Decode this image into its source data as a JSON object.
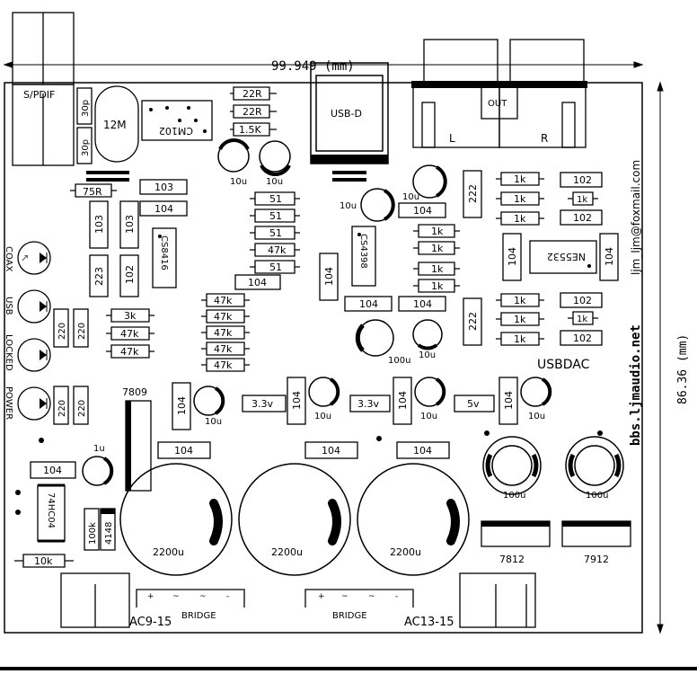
{
  "dimensions": {
    "width_label": "99.949 (mm)",
    "height_label": "86.36 (mm)"
  },
  "silkscreen": {
    "spdif": "S/PDIF",
    "usb_d": "USB-D",
    "out": "OUT",
    "left": "L",
    "right": "R",
    "usbdac": "USBDAC",
    "website": "bbs.ljmaudio.net",
    "email": "ljm_ljm@foxmail.com",
    "ac_left": "AC9-15",
    "ac_right": "AC13-15",
    "bridge": "BRIDGE",
    "bridge_pins": [
      "+",
      "~",
      "~",
      "-"
    ]
  },
  "leds": [
    "COAX",
    "USB",
    "LOCKED",
    "POWER"
  ],
  "ics": {
    "cm102": "CM102",
    "cs8416": "CS8416",
    "cs4398": "CS4398",
    "ne5532": "NE5532",
    "hc04": "74HC04"
  },
  "regulators": {
    "r7809": "7809",
    "r7812": "7812",
    "r7912": "7912"
  },
  "voltages": [
    "3.3v",
    "3.3v",
    "5v"
  ],
  "crystal": "12M",
  "diode": "4148",
  "caps": {
    "c30p": "30p",
    "c10u": "10u",
    "c1u": "1u",
    "c100u": "100u",
    "c2200u": "2200u",
    "c104": "104",
    "c103": "103",
    "c102": "102",
    "c222": "222",
    "c223": "223"
  },
  "resistors": {
    "r22R": "22R",
    "r1_5K": "1.5K",
    "r75R": "75R",
    "r51": "51",
    "r47k": "47k",
    "r3k": "3k",
    "r1k": "1k",
    "r10k": "10k",
    "r100k": "100k",
    "r220": "220"
  }
}
